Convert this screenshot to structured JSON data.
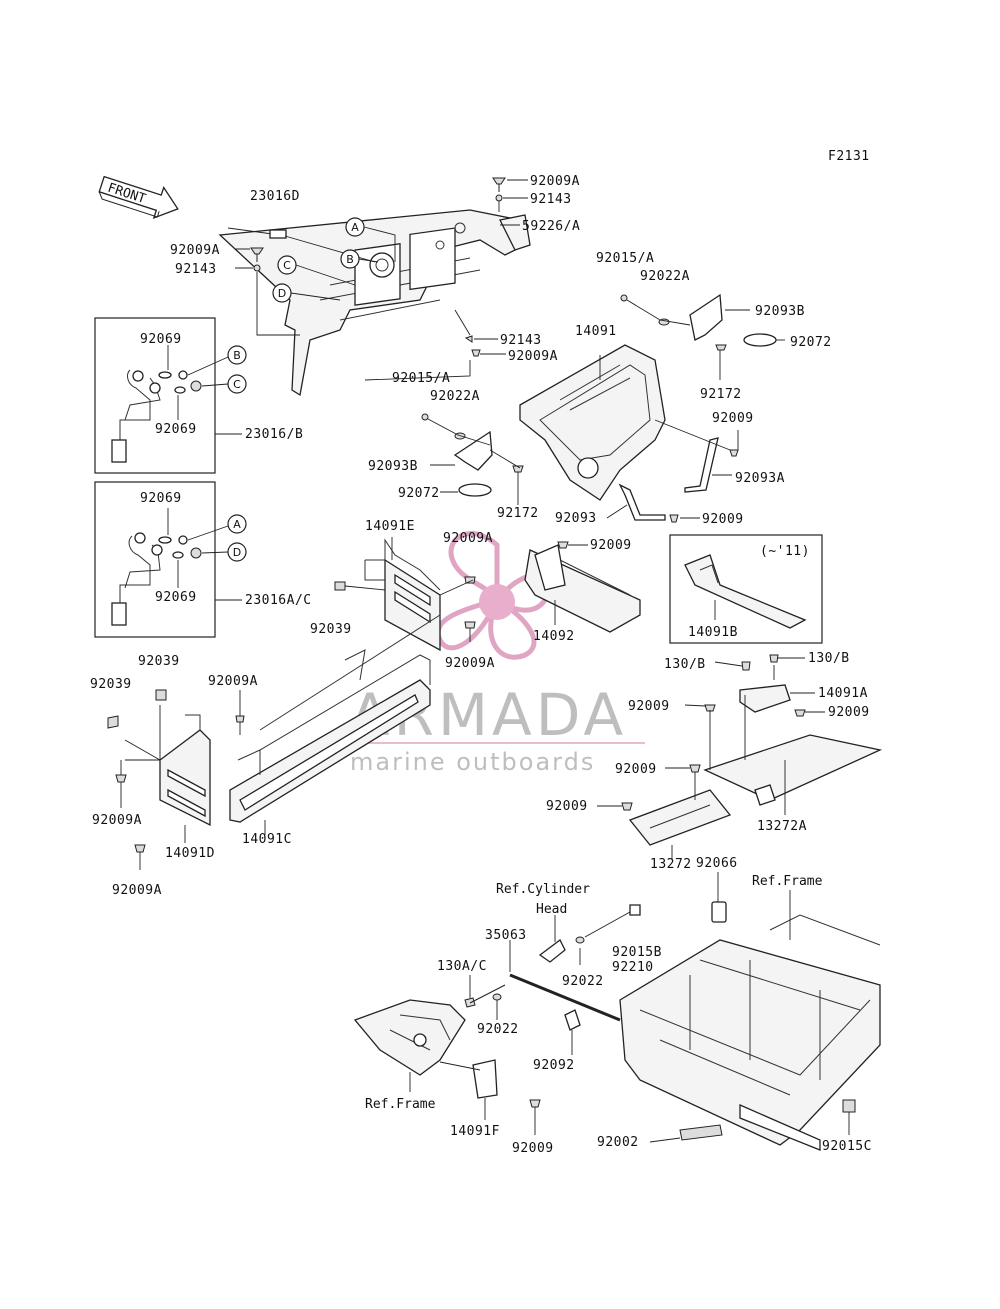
{
  "figure_code": "F2131",
  "front_label": "FRONT",
  "watermark": {
    "brand": "ARMADA",
    "tagline": "marine outboards",
    "brand_color": "#d88fb5"
  },
  "callouts": [
    "A",
    "B",
    "C",
    "D"
  ],
  "variant_note": "(~'11)",
  "labels": {
    "p92009A_top": "92009A",
    "p92143_top": "92143",
    "p59226A": "59226/A",
    "p23016D": "23016D",
    "p92009A_left": "92009A",
    "p92143_left": "92143",
    "p92015A_r": "92015/A",
    "p92022A_r": "92022A",
    "p92093B_r": "92093B",
    "p92072_r": "92072",
    "p92172_r": "92172",
    "p92143_mid": "92143",
    "p92009A_mid": "92009A",
    "p14091": "14091",
    "p92015A_l": "92015/A",
    "p92022A_l": "92022A",
    "p92009_r1": "92009",
    "p92093A": "92093A",
    "p92093B_l": "92093B",
    "p92072_l": "92072",
    "p92172_l": "92172",
    "p92093": "92093",
    "p92009_r2": "92009",
    "p92069_1": "92069",
    "p92069_2": "92069",
    "p23016B": "23016/B",
    "p92069_3": "92069",
    "p92069_4": "92069",
    "p23016AC": "23016A/C",
    "p14091E": "14091E",
    "p92009A_c1": "92009A",
    "p92009_c": "92009",
    "p92039_c": "92039",
    "p14092": "14092",
    "p92009A_c2": "92009A",
    "p14091B": "14091B",
    "p130B_1": "130/B",
    "p130B_2": "130/B",
    "p14091A": "14091A",
    "p92009_s1": "92009",
    "p92009_s2": "92009",
    "p92009_s3": "92009",
    "p92009_s4": "92009",
    "p13272A": "13272A",
    "p13272": "13272",
    "p92039_l1": "92039",
    "p92039_l2": "92039",
    "p92009A_l1": "92009A",
    "p92009A_l2": "92009A",
    "p14091D": "14091D",
    "p14091C": "14091C",
    "p92009A_l3": "92009A",
    "p92066": "92066",
    "p35063": "35063",
    "p130AC": "130A/C",
    "p92022_1": "92022",
    "p92022_2": "92022",
    "p92015B": "92015B",
    "p92210": "92210",
    "p92092": "92092",
    "p14091F": "14091F",
    "p92009_b": "92009",
    "p92002": "92002",
    "p92015C": "92015C"
  },
  "refs": {
    "cyl_head_1": "Ref.Cylinder",
    "cyl_head_2": "Head",
    "frame_right": "Ref.Frame",
    "frame_left": "Ref.Frame"
  }
}
